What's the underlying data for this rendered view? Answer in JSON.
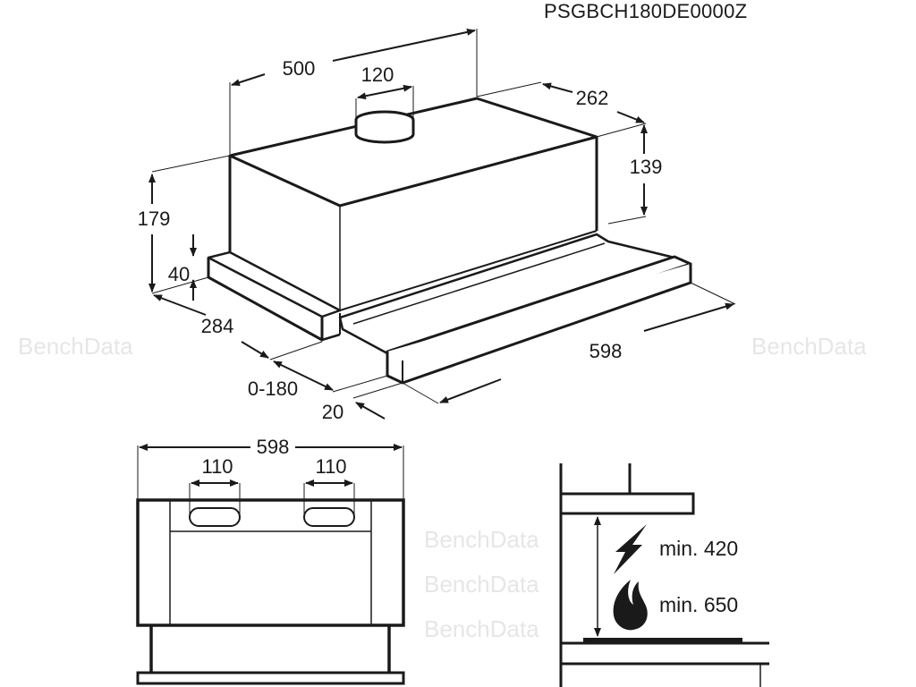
{
  "model_code": "PSGBCH180DE0000Z",
  "watermark": "BenchData",
  "perspective_view": {
    "dimensions": {
      "width_body": "500",
      "duct_diameter": "120",
      "depth_top": "262",
      "body_height": "139",
      "total_height": "179",
      "tray_height": "40",
      "depth_bottom": "284",
      "extension": "0-180",
      "front_offset": "20",
      "total_width": "598"
    }
  },
  "front_view": {
    "dimensions": {
      "total_width": "598",
      "outlet_left_width": "110",
      "outlet_right_width": "110"
    }
  },
  "installation_view": {
    "electric_label": "min. 420",
    "gas_label": "min. 650",
    "icons": [
      "lightning-icon",
      "flame-icon"
    ]
  }
}
